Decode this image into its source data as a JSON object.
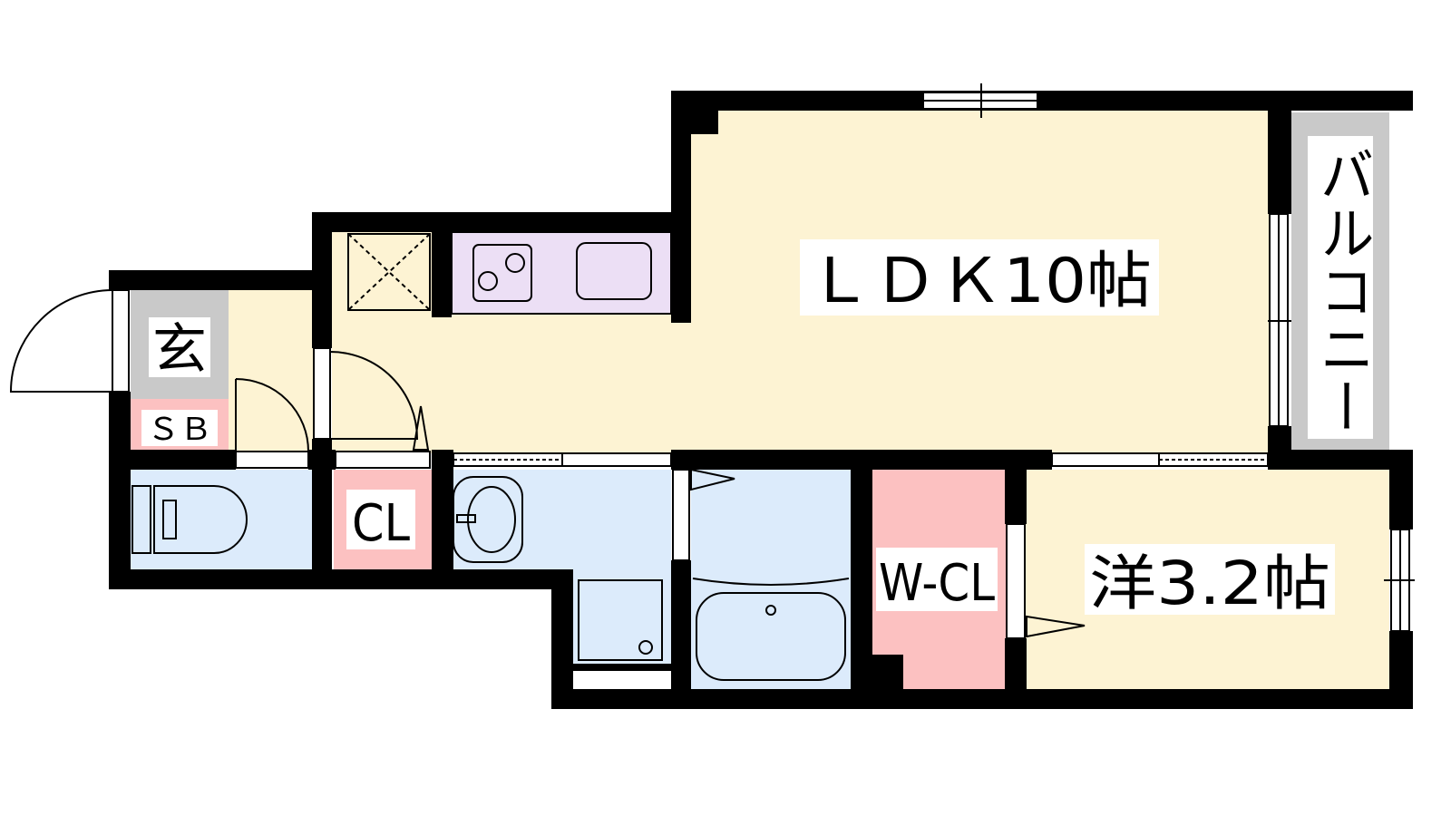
{
  "rooms": {
    "ldk": "ＬＤＫ10帖",
    "western": "洋3.2帖",
    "entrance": "玄",
    "shoe_box": "ＳＢ",
    "closet": "CL",
    "walk_in_closet": "W-CL",
    "balcony": "バルコニー"
  },
  "colors": {
    "wall": "#000000",
    "living": "#fdf3d3",
    "wet_area": "#dcebfb",
    "closet": "#fcc1c1",
    "entrance_floor": "#c9c9c9",
    "kitchen_counter": "#ecdff5",
    "balcony": "#c9c9c9"
  }
}
